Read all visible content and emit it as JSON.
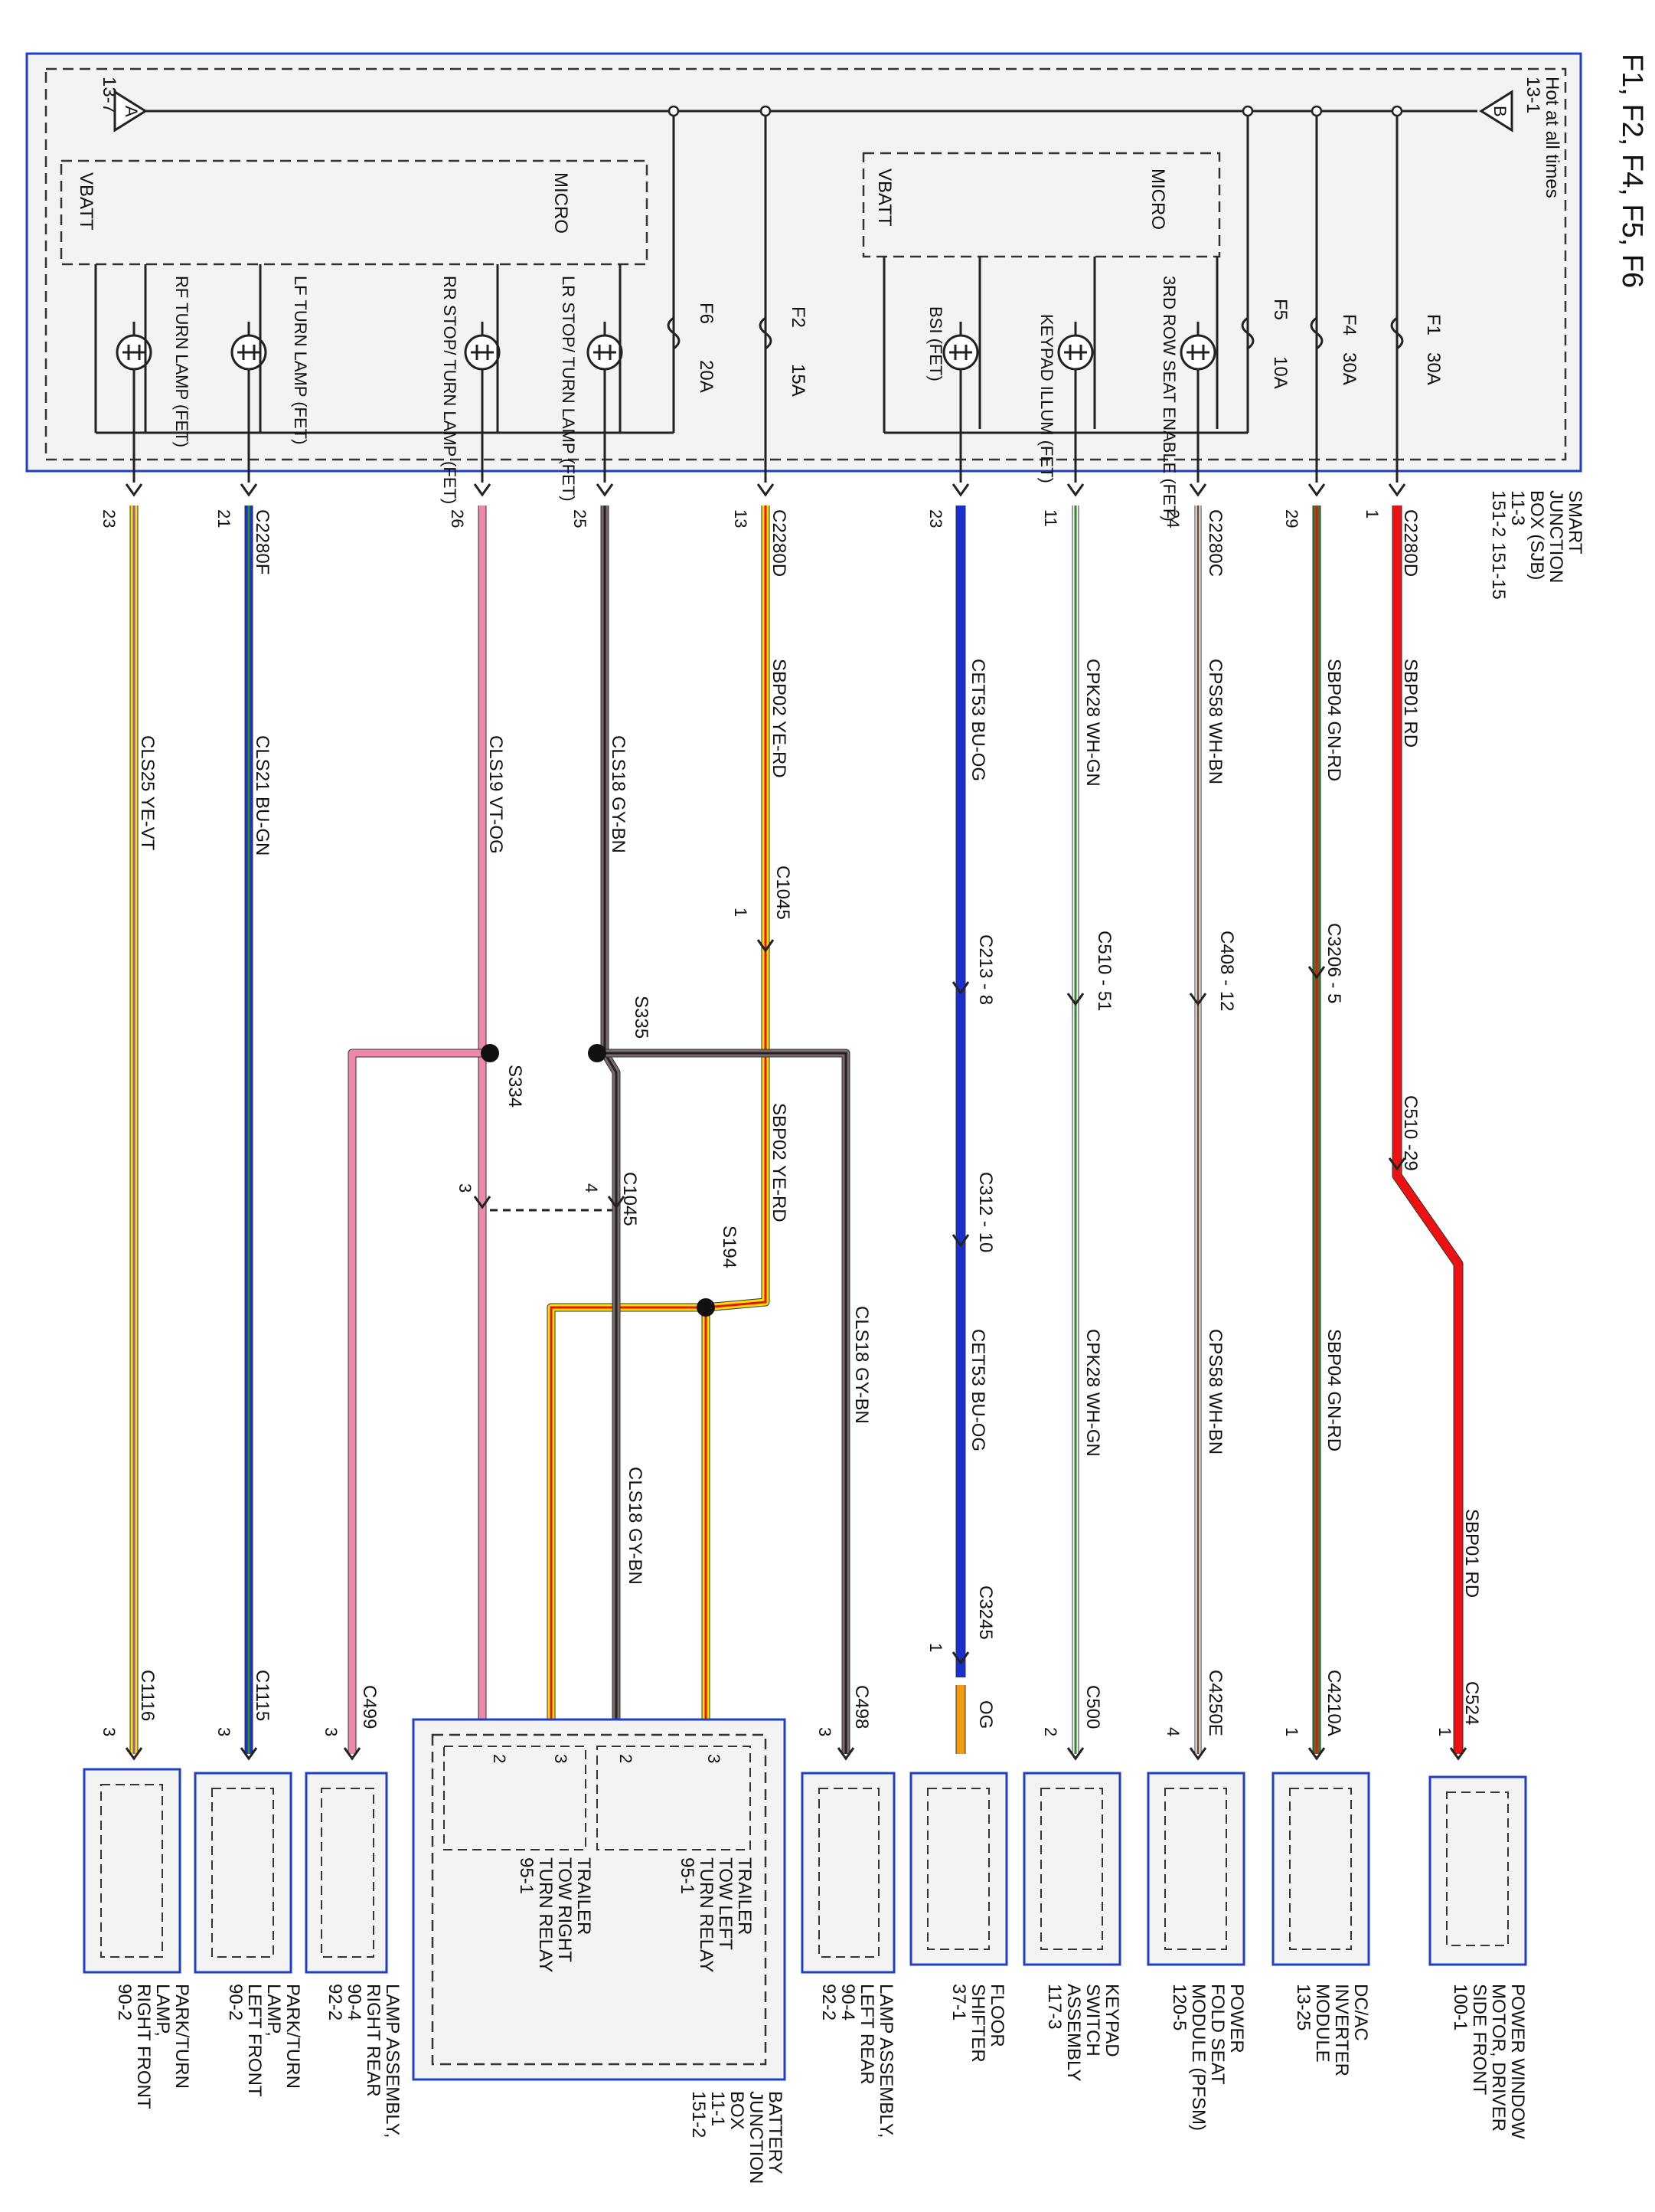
{
  "title": "F1, F2, F4, F5, F6",
  "sjb": {
    "hot_label": "Hot at all times",
    "top_right_ref": "13-1",
    "top_right_letter": "B",
    "top_left_ref": "13-7",
    "top_left_letter": "A",
    "name_lines": [
      "SMART",
      "JUNCTION",
      "BOX (SJB)",
      "11-3",
      "151-2   151-15"
    ],
    "micro_label": "MICRO",
    "vbatt_label": "VBATT",
    "fuses": [
      {
        "id": "F1",
        "amps": "30A"
      },
      {
        "id": "F4",
        "amps": "30A"
      },
      {
        "id": "F5",
        "amps": "10A"
      },
      {
        "id": "F2",
        "amps": "15A"
      },
      {
        "id": "F6",
        "amps": "20A"
      }
    ],
    "fets": [
      {
        "label": "3RD ROW SEAT ENABLE (FET)"
      },
      {
        "label": "KEYPAD ILLUM (FET)"
      },
      {
        "label": "BSI (FET)"
      },
      {
        "label": "LR STOP/ TURN LAMP (FET)"
      },
      {
        "label": "RR STOP/ TURN LAMP (FET)"
      },
      {
        "label": "LF TURN LAMP (FET)"
      },
      {
        "label": "RF TURN LAMP (FET)"
      }
    ]
  },
  "circuits": [
    {
      "conn": "C2280D",
      "pin": "1",
      "circuit": "SBP01",
      "color": "RD",
      "hex": "#ee1111",
      "inline": "C510 -29",
      "circuit2": "SBP01",
      "color2": "RD",
      "end_conn": "C524",
      "end_pin": "1",
      "component": [
        "POWER WINDOW",
        "MOTOR, DRIVER",
        "SIDE FRONT",
        "100-1"
      ]
    },
    {
      "conn": "",
      "pin": "29",
      "circuit": "SBP04",
      "color": "GN-RD",
      "hex": "#3a7a2a",
      "inline": "C3206 - 5",
      "circuit2": "SBP04",
      "color2": "GN-RD",
      "end_conn": "C4210A",
      "end_pin": "1",
      "component": [
        "DC/AC",
        "INVERTER",
        "MODULE",
        "13-25"
      ]
    },
    {
      "conn": "C2280C",
      "pin": "24",
      "circuit": "CPS58",
      "color": "WH-BN",
      "hex": "#7a4a30",
      "inline": "C408 - 12",
      "circuit2": "CPS58",
      "color2": "WH-BN",
      "end_conn": "C4250E",
      "end_pin": "4",
      "component": [
        "POWER",
        "FOLD SEAT",
        "MODULE (PFSM)",
        "120-5"
      ]
    },
    {
      "conn": "",
      "pin": "11",
      "circuit": "CPK28",
      "color": "WH-GN",
      "hex": "#2e8a2e",
      "inline": "C510 - 51",
      "circuit2": "CPK28",
      "color2": "WH-GN",
      "end_conn": "C500",
      "end_pin": "2",
      "component": [
        "KEYPAD",
        "SWITCH",
        "ASSEMBLY",
        "117-3"
      ]
    },
    {
      "conn": "",
      "pin": "23",
      "circuit": "CET53",
      "color": "BU-OG",
      "hex": "#1a2fd0",
      "inline": "C213 - 8",
      "inline2": "C312 - 10",
      "circuit2": "CET53",
      "color2": "BU-OG",
      "inline3": "C3245",
      "inline3_pin": "1",
      "circuit3": "OG",
      "end_conn": "",
      "end_pin": "",
      "component": [
        "FLOOR",
        "SHIFTER",
        "37-1"
      ]
    },
    {
      "conn": "C2280D",
      "pin": "13",
      "circuit": "SBP02",
      "color": "YE-RD",
      "hex": "#f5e100",
      "inline": "C1045",
      "inline_pin": "1",
      "circuit2": "SBP02",
      "color2": "YE-RD",
      "splice": "S194"
    },
    {
      "conn": "",
      "pin": "25",
      "circuit": "CLS18",
      "color": "GY-BN",
      "hex": "#7a6a6a",
      "splice": "S335",
      "inline": "C1045",
      "inline_pin": "4",
      "circuit2": "CLS18",
      "color2": "GY-BN",
      "circuit3": "CLS18",
      "color3": "GY-BN",
      "end_conn": "C498",
      "end_pin": "3",
      "component": [
        "LAMP ASSEMBLY,",
        "LEFT REAR",
        "90-4",
        "92-2"
      ]
    },
    {
      "conn": "",
      "pin": "26",
      "circuit": "CLS19",
      "color": "VT-OG",
      "hex": "#ee88aa",
      "splice": "S334",
      "inline_pin": "3",
      "end_conn": "C499",
      "end_pin": "3",
      "component": [
        "LAMP ASSEMBLY,",
        "RIGHT REAR",
        "90-4",
        "92-2"
      ]
    },
    {
      "conn": "C2280F",
      "pin": "21",
      "circuit": "CLS21",
      "color": "BU-GN",
      "hex": "#1a2fd0",
      "end_conn": "C1115",
      "end_pin": "3",
      "component": [
        "PARK/TURN",
        "LAMP,",
        "LEFT FRONT",
        "90-2"
      ]
    },
    {
      "conn": "",
      "pin": "23",
      "circuit": "CLS25",
      "color": "YE-VT",
      "hex": "#f5e100",
      "end_conn": "C1116",
      "end_pin": "3",
      "component": [
        "PARK/TURN",
        "LAMP,",
        "RIGHT FRONT",
        "90-2"
      ]
    }
  ],
  "bjb": {
    "name": [
      "BATTERY",
      "JUNCTION",
      "BOX",
      "11-1",
      "151-2"
    ],
    "relays": [
      {
        "name": [
          "TRAILER",
          "TOW LEFT",
          "TURN RELAY",
          "95-1"
        ],
        "pins": [
          "3",
          "2"
        ]
      },
      {
        "name": [
          "TRAILER",
          "TOW RIGHT",
          "TURN RELAY",
          "95-1"
        ],
        "pins": [
          "3",
          "2"
        ]
      }
    ]
  },
  "colors": {
    "frame": "#1f3fc8",
    "sjb_bg": "#f3f3f3"
  }
}
